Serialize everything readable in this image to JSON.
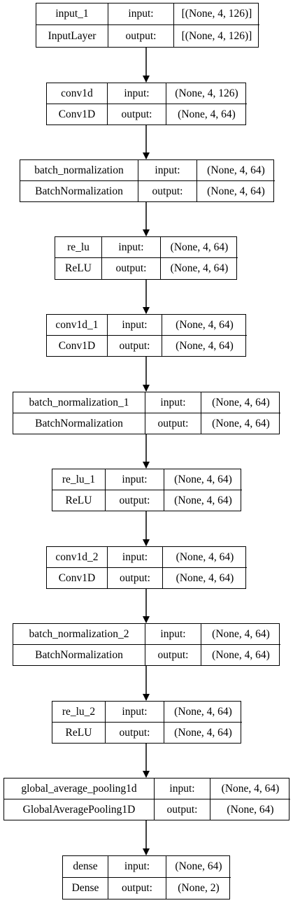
{
  "layers": [
    {
      "name": "input_1",
      "type": "InputLayer",
      "input_label": "input:",
      "output_label": "output:",
      "input_shape": "[(None, 4, 126)]",
      "output_shape": "[(None, 4, 126)]"
    },
    {
      "name": "conv1d",
      "type": "Conv1D",
      "input_label": "input:",
      "output_label": "output:",
      "input_shape": "(None, 4, 126)",
      "output_shape": "(None, 4, 64)"
    },
    {
      "name": "batch_normalization",
      "type": "BatchNormalization",
      "input_label": "input:",
      "output_label": "output:",
      "input_shape": "(None, 4, 64)",
      "output_shape": "(None, 4, 64)"
    },
    {
      "name": "re_lu",
      "type": "ReLU",
      "input_label": "input:",
      "output_label": "output:",
      "input_shape": "(None, 4, 64)",
      "output_shape": "(None, 4, 64)"
    },
    {
      "name": "conv1d_1",
      "type": "Conv1D",
      "input_label": "input:",
      "output_label": "output:",
      "input_shape": "(None, 4, 64)",
      "output_shape": "(None, 4, 64)"
    },
    {
      "name": "batch_normalization_1",
      "type": "BatchNormalization",
      "input_label": "input:",
      "output_label": "output:",
      "input_shape": "(None, 4, 64)",
      "output_shape": "(None, 4, 64)"
    },
    {
      "name": "re_lu_1",
      "type": "ReLU",
      "input_label": "input:",
      "output_label": "output:",
      "input_shape": "(None, 4, 64)",
      "output_shape": "(None, 4, 64)"
    },
    {
      "name": "conv1d_2",
      "type": "Conv1D",
      "input_label": "input:",
      "output_label": "output:",
      "input_shape": "(None, 4, 64)",
      "output_shape": "(None, 4, 64)"
    },
    {
      "name": "batch_normalization_2",
      "type": "BatchNormalization",
      "input_label": "input:",
      "output_label": "output:",
      "input_shape": "(None, 4, 64)",
      "output_shape": "(None, 4, 64)"
    },
    {
      "name": "re_lu_2",
      "type": "ReLU",
      "input_label": "input:",
      "output_label": "output:",
      "input_shape": "(None, 4, 64)",
      "output_shape": "(None, 4, 64)"
    },
    {
      "name": "global_average_pooling1d",
      "type": "GlobalAveragePooling1D",
      "input_label": "input:",
      "output_label": "output:",
      "input_shape": "(None, 4, 64)",
      "output_shape": "(None, 64)"
    },
    {
      "name": "dense",
      "type": "Dense",
      "input_label": "input:",
      "output_label": "output:",
      "input_shape": "(None, 64)",
      "output_shape": "(None, 2)"
    }
  ],
  "edges": [
    [
      "input_1",
      "conv1d"
    ],
    [
      "conv1d",
      "batch_normalization"
    ],
    [
      "batch_normalization",
      "re_lu"
    ],
    [
      "re_lu",
      "conv1d_1"
    ],
    [
      "conv1d_1",
      "batch_normalization_1"
    ],
    [
      "batch_normalization_1",
      "re_lu_1"
    ],
    [
      "re_lu_1",
      "conv1d_2"
    ],
    [
      "conv1d_2",
      "batch_normalization_2"
    ],
    [
      "batch_normalization_2",
      "re_lu_2"
    ],
    [
      "re_lu_2",
      "global_average_pooling1d"
    ],
    [
      "global_average_pooling1d",
      "dense"
    ]
  ]
}
